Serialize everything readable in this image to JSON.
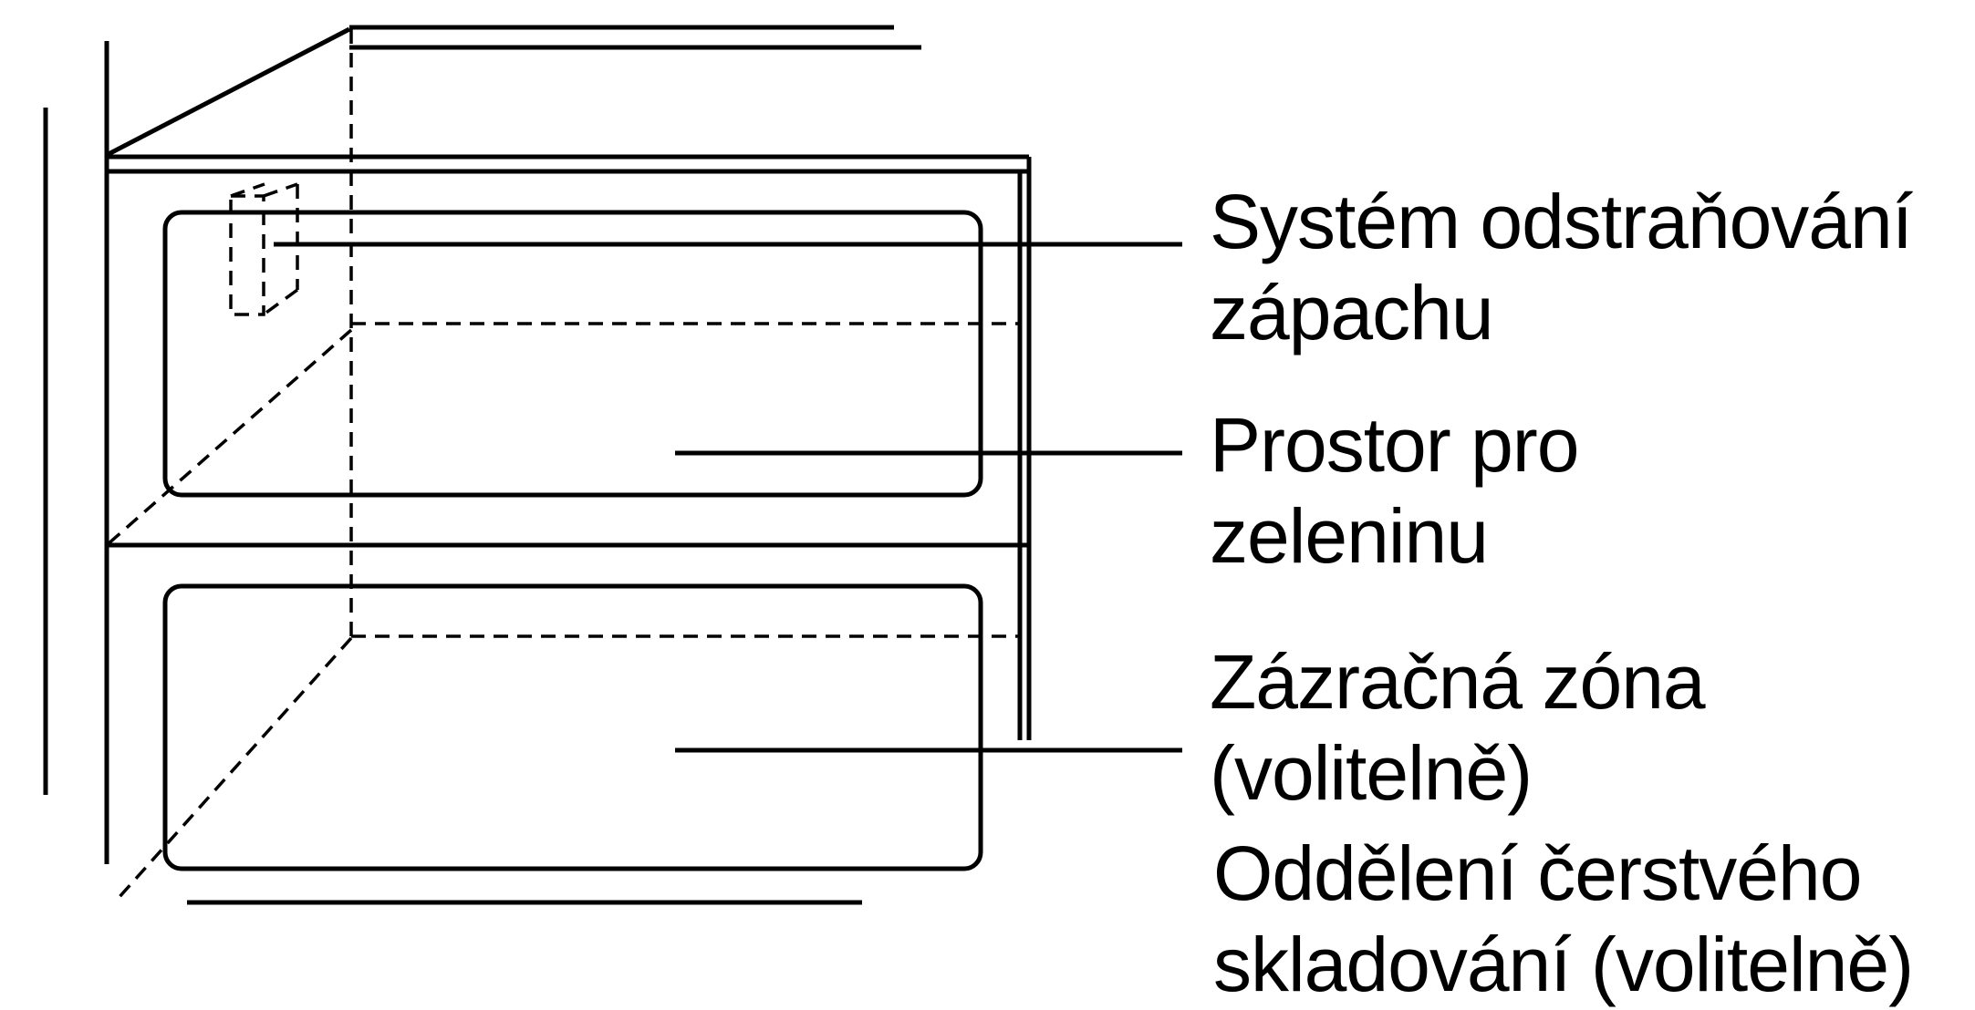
{
  "labels": [
    {
      "line1": "Systém odstraňování",
      "line2": "zápachu"
    },
    {
      "line1": "Prostor pro",
      "line2": "zeleninu"
    },
    {
      "line1": "Zázračná zóna",
      "line2": "(volitelně)"
    },
    {
      "line1": "Oddělení čerstvého",
      "line2": "skladování (volitelně)"
    }
  ]
}
